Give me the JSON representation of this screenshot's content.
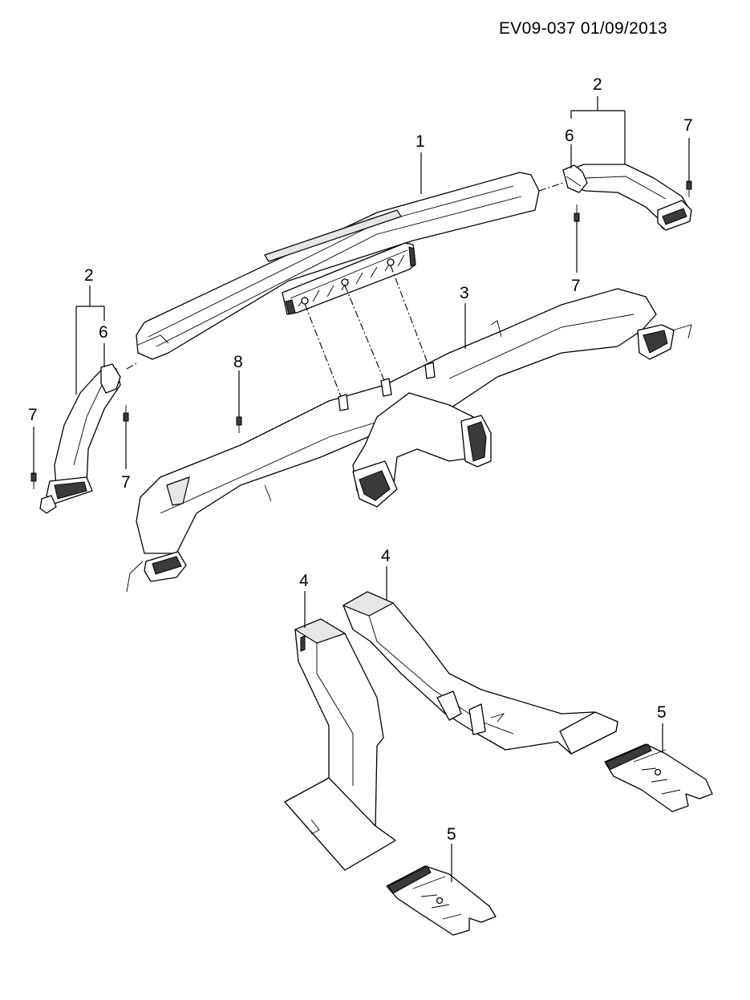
{
  "header": {
    "document_id": "EV09-037  01/09/2013"
  },
  "callouts": {
    "c1": "1",
    "c2_right": "2",
    "c2_left": "2",
    "c3": "3",
    "c4_left": "4",
    "c4_right": "4",
    "c5_right": "5",
    "c5_bottom": "5",
    "c6_right": "6",
    "c6_left": "6",
    "c7_right_top": "7",
    "c7_right_bottom": "7",
    "c7_left_outer": "7",
    "c7_left_inner": "7",
    "c8": "8"
  }
}
